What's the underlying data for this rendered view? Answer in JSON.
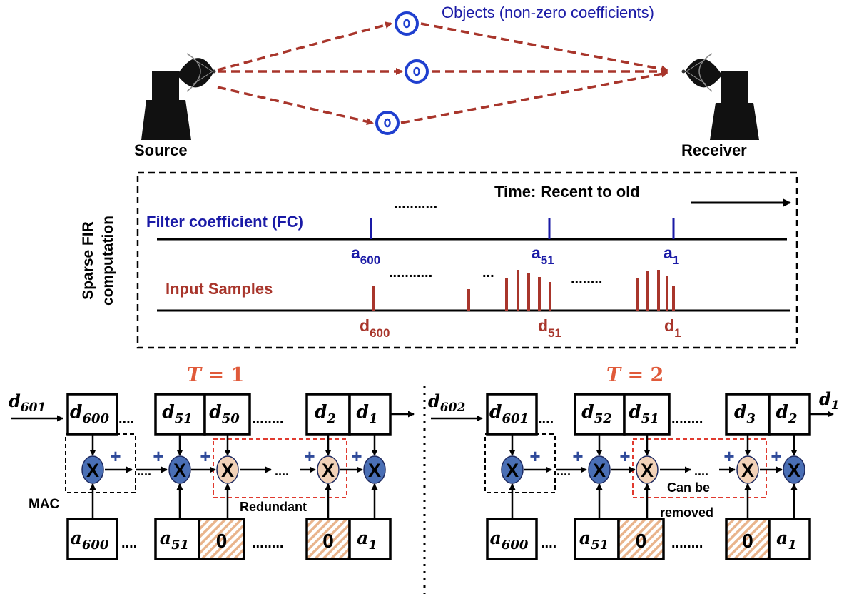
{
  "top": {
    "objects_label": "Objects (non-zero coefficients)",
    "source_label": "Source",
    "receiver_label": "Receiver"
  },
  "fir_box": {
    "side_title_line1": "Sparse FIR",
    "side_title_line2": "computation",
    "time_label": "Time: Recent to old",
    "fc_label": "Filter coefficient (FC)",
    "input_label": "Input Samples",
    "fc_ticks": [
      {
        "base": "a",
        "sub": "600"
      },
      {
        "base": "a",
        "sub": "51"
      },
      {
        "base": "a",
        "sub": "1"
      }
    ],
    "input_ticks": [
      {
        "base": "d",
        "sub": "600"
      },
      {
        "base": "d",
        "sub": "51"
      },
      {
        "base": "d",
        "sub": "1"
      }
    ],
    "dots_fc": "...........",
    "dots_in_1": "...........",
    "dots_in_2": "...",
    "dots_in_3": "........"
  },
  "left_panel": {
    "time_var": "T",
    "time_eq": " = 1",
    "input": {
      "base": "d",
      "sub": "601"
    },
    "data_cells": [
      {
        "base": "d",
        "sub": "600"
      },
      {
        "base": "d",
        "sub": "51"
      },
      {
        "base": "d",
        "sub": "50"
      },
      {
        "base": "d",
        "sub": "2"
      },
      {
        "base": "d",
        "sub": "1"
      }
    ],
    "coef_cells": [
      {
        "base": "a",
        "sub": "600"
      },
      {
        "base": "a",
        "sub": "51"
      },
      {
        "base": "",
        "sub": "",
        "zero": "0"
      },
      {
        "base": "",
        "sub": "",
        "zero": "0"
      },
      {
        "base": "a",
        "sub": "1"
      }
    ],
    "mac_label": "MAC",
    "redundant_label": "Redundant",
    "ellipsis_short": "....",
    "ellipsis_long": "........",
    "plus": "+",
    "times": "X"
  },
  "right_panel": {
    "time_var": "T",
    "time_eq": " = 2",
    "input": {
      "base": "d",
      "sub": "602"
    },
    "output": {
      "base": "d",
      "sub": "1"
    },
    "data_cells": [
      {
        "base": "d",
        "sub": "601"
      },
      {
        "base": "d",
        "sub": "52"
      },
      {
        "base": "d",
        "sub": "51"
      },
      {
        "base": "d",
        "sub": "3"
      },
      {
        "base": "d",
        "sub": "2"
      }
    ],
    "coef_cells": [
      {
        "base": "a",
        "sub": "600"
      },
      {
        "base": "a",
        "sub": "51"
      },
      {
        "base": "",
        "sub": "",
        "zero": "0"
      },
      {
        "base": "",
        "sub": "",
        "zero": "0"
      },
      {
        "base": "a",
        "sub": "1"
      }
    ],
    "removed_label_line1": "Can be",
    "removed_label_line2": "removed"
  },
  "colors": {
    "blue": "#1a1aa6",
    "red": "#a8352b",
    "dashed_red": "#e03a2f",
    "mult_blue": "#4a6fb5",
    "mult_peach": "#f2d2b8",
    "hatch": "#e9b48c",
    "title_red": "#e05a3a"
  }
}
